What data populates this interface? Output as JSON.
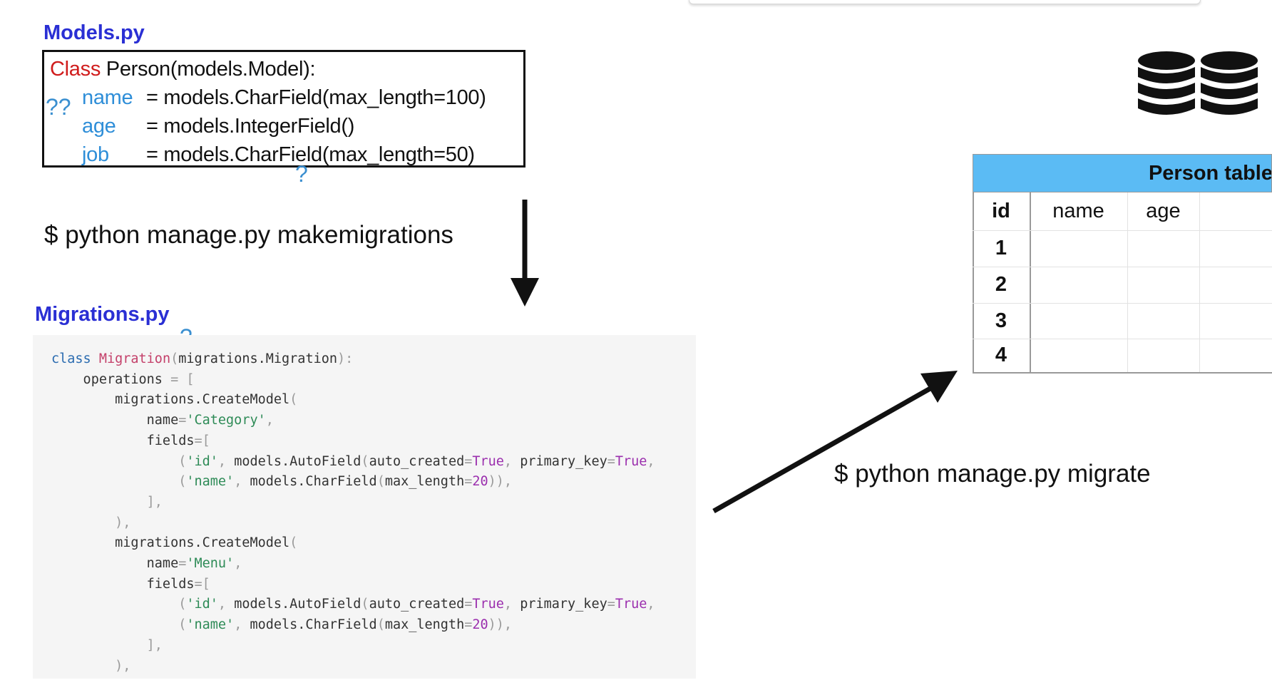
{
  "models": {
    "title": "Models.py",
    "line1_kw": "Class",
    "line1_rest": " Person(models.Model):",
    "fields": [
      {
        "name": "name",
        "def": "= models.CharField(max_length=100)"
      },
      {
        "name": "age",
        "def": "= models.IntegerField()"
      },
      {
        "name": "job",
        "def": "= models.CharField(max_length=50)"
      }
    ],
    "qmarks": [
      "??",
      "?"
    ]
  },
  "makemigrations_cmd": "$ python manage.py makemigrations",
  "migrations": {
    "title": "Migrations.py",
    "qmark": "?"
  },
  "migrate_cmd": "$ python manage.py migrate",
  "person_table": {
    "title": "Person table",
    "headers": [
      "id",
      "name",
      "age"
    ],
    "ids": [
      "1",
      "2",
      "3",
      "4"
    ]
  },
  "colors": {
    "title_blue": "#2a2fd4",
    "keyword_red": "#d01c1c",
    "field_blue": "#2e8ed8",
    "table_header": "#5bbbf4"
  },
  "icons": [
    "database-stack-icon",
    "database-stack-icon",
    "arrow-down-icon",
    "arrow-diagonal-icon"
  ]
}
